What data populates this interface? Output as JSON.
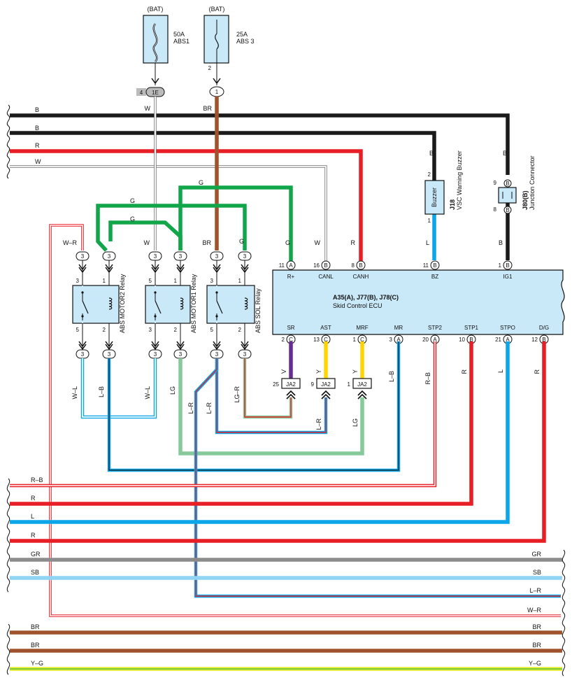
{
  "colors": {
    "B": "#1a1a1a",
    "R": "#e81e25",
    "W": "#ffffff",
    "G": "#12a64a",
    "BR": "#a0522d",
    "L": "#0aa6e8",
    "LG": "#86c99a",
    "GR": "#8c8c8c",
    "SB": "#8fd4f4",
    "V": "#6a2c91",
    "Y": "#ffd400",
    "YG_yellow": "#e6ee2a",
    "YG_green": "#5bbf4a",
    "box_fill": "#c9e8f8"
  },
  "fuses": [
    {
      "name": "bat-label-1",
      "bat": "(BAT)",
      "amp": "50A",
      "id": "ABS1",
      "pin": ""
    },
    {
      "name": "bat-label-2",
      "bat": "(BAT)",
      "amp": "25A",
      "id": "ABS 3",
      "pin": "2"
    }
  ],
  "junctions": {
    "j1e_pin": "4",
    "j1e_id": "1E",
    "j1_id": "1"
  },
  "left_wires": [
    {
      "label": "B"
    },
    {
      "label": "B"
    },
    {
      "label": "R"
    },
    {
      "label": "W"
    }
  ],
  "bottom_wires": [
    {
      "label": "R–B",
      "right": ""
    },
    {
      "label": "R",
      "right": ""
    },
    {
      "label": "L",
      "right": ""
    },
    {
      "label": "R",
      "right": ""
    },
    {
      "label": "GR",
      "right": "GR"
    },
    {
      "label": "SB",
      "right": "SB"
    },
    {
      "label": "",
      "right": "L–R"
    },
    {
      "label": "",
      "right": "W–R"
    },
    {
      "label": "BR",
      "right": "BR"
    },
    {
      "label": "BR",
      "right": "BR"
    },
    {
      "label": "Y–G",
      "right": "Y–G"
    }
  ],
  "wire_labels": {
    "w_from_1e": "W",
    "br_from_1": "BR",
    "b1": "B",
    "b2": "B",
    "g_top": "G",
    "g_left": "G",
    "g_mid": "G",
    "g_r": "G",
    "g_sol": "G",
    "w_r": "W–R",
    "w_m1": "W",
    "br_sol": "BR",
    "w_canl": "W",
    "r_canh": "R",
    "l_bz": "L",
    "b_ig1": "B",
    "w_l1": "W–L",
    "l_b1": "L–B",
    "w_l2": "W–L",
    "lg": "LG",
    "l_r1": "L–R",
    "l_r2": "L–R",
    "lg_r": "LG–R",
    "v": "V",
    "y1": "Y",
    "y2": "Y",
    "l_b_mr": "L–B",
    "r_b_stp2": "R–B",
    "r_stp1": "R",
    "l_stpo": "L",
    "r_dg": "R",
    "l_r_ja2": "L–R",
    "lg_ja2": "LG"
  },
  "connectors": [
    {
      "label": "3"
    },
    {
      "label": "3"
    },
    {
      "label": "3"
    },
    {
      "label": "3"
    },
    {
      "label": "3"
    },
    {
      "label": "3"
    },
    {
      "label": "3"
    },
    {
      "label": "3"
    },
    {
      "label": "3"
    },
    {
      "label": "3"
    },
    {
      "label": "3"
    },
    {
      "label": "3"
    }
  ],
  "relays": [
    {
      "name": "ABS MOTOR2 Relay",
      "pins": [
        "3",
        "1",
        "5",
        "2"
      ]
    },
    {
      "name": "ABS MOTOR1 Relay",
      "pins": [
        "5",
        "1",
        "3",
        "2"
      ]
    },
    {
      "name": "ABS SOL Relay",
      "pins": [
        "3",
        "1",
        "5",
        "2"
      ]
    }
  ],
  "buzzer": {
    "label": "Buzzer",
    "id": "J18",
    "desc": "VSC Warning Buzzer",
    "pin_top": "2",
    "pin_bot": "1"
  },
  "junction_connector": {
    "id": "J80(B)",
    "desc": "Junction Connector",
    "pin_top": "9",
    "pin_bot": "8",
    "letter": "B"
  },
  "ecu": {
    "title": "A35(A), J77(B), J78(C)",
    "subtitle": "Skid Control ECU",
    "top_pins": [
      {
        "num": "11",
        "conn": "A",
        "sig": "R+"
      },
      {
        "num": "16",
        "conn": "B",
        "sig": "CANL"
      },
      {
        "num": "8",
        "conn": "B",
        "sig": "CANH"
      },
      {
        "num": "11",
        "conn": "B",
        "sig": "BZ"
      },
      {
        "num": "1",
        "conn": "B",
        "sig": "IG1"
      }
    ],
    "bottom_pins": [
      {
        "num": "2",
        "conn": "C",
        "sig": "SR"
      },
      {
        "num": "13",
        "conn": "C",
        "sig": "AST"
      },
      {
        "num": "1",
        "conn": "C",
        "sig": "MRF"
      },
      {
        "num": "3",
        "conn": "A",
        "sig": "MR"
      },
      {
        "num": "20",
        "conn": "A",
        "sig": "STP2"
      },
      {
        "num": "10",
        "conn": "B",
        "sig": "STP1"
      },
      {
        "num": "21",
        "conn": "A",
        "sig": "STPO"
      },
      {
        "num": "12",
        "conn": "B",
        "sig": "D/G"
      }
    ]
  },
  "ja2": [
    {
      "pin": "25",
      "id": "JA2"
    },
    {
      "pin": "9",
      "id": "JA2"
    },
    {
      "pin": "1",
      "id": "JA2"
    }
  ]
}
